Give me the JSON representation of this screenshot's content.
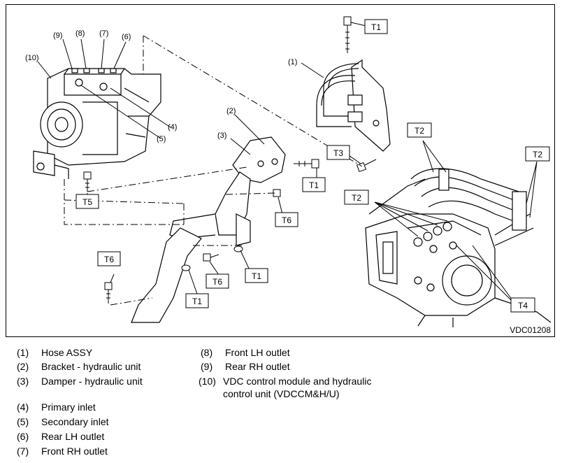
{
  "figure_code": "VDC01208",
  "callouts": {
    "c1a": "(1)",
    "c2": "(2)",
    "c3": "(3)",
    "c4": "(4)",
    "c5": "(5)",
    "c6": "(6)",
    "c7": "(7)",
    "c8": "(8)",
    "c9": "(9)",
    "c10": "(10)"
  },
  "torque_tags": {
    "t1_top": "T1",
    "t1_mid": "T1",
    "t1_low": "T1",
    "t1_bot": "T1",
    "t2_top": "T2",
    "t2_right": "T2",
    "t2_left": "T2",
    "t3": "T3",
    "t4": "T4",
    "t5": "T5",
    "t6_a": "T6",
    "t6_b": "T6",
    "t6_c": "T6"
  },
  "legend_left": [
    {
      "num": "(1)",
      "label": "Hose ASSY"
    },
    {
      "num": "(2)",
      "label": "Bracket - hydraulic unit"
    },
    {
      "num": "(3)",
      "label": "Damper - hydraulic unit"
    },
    {
      "num": "(4)",
      "label": "Primary inlet"
    },
    {
      "num": "(5)",
      "label": "Secondary inlet"
    },
    {
      "num": "(6)",
      "label": "Rear LH outlet"
    },
    {
      "num": "(7)",
      "label": "Front RH outlet"
    }
  ],
  "legend_right": [
    {
      "num": "(8)",
      "label": "Front LH outlet"
    },
    {
      "num": "(9)",
      "label": "Rear RH outlet"
    },
    {
      "num": "(10)",
      "label": "VDC control module and hydraulic",
      "label2": "control unit (VDCCM&H/U)"
    }
  ]
}
